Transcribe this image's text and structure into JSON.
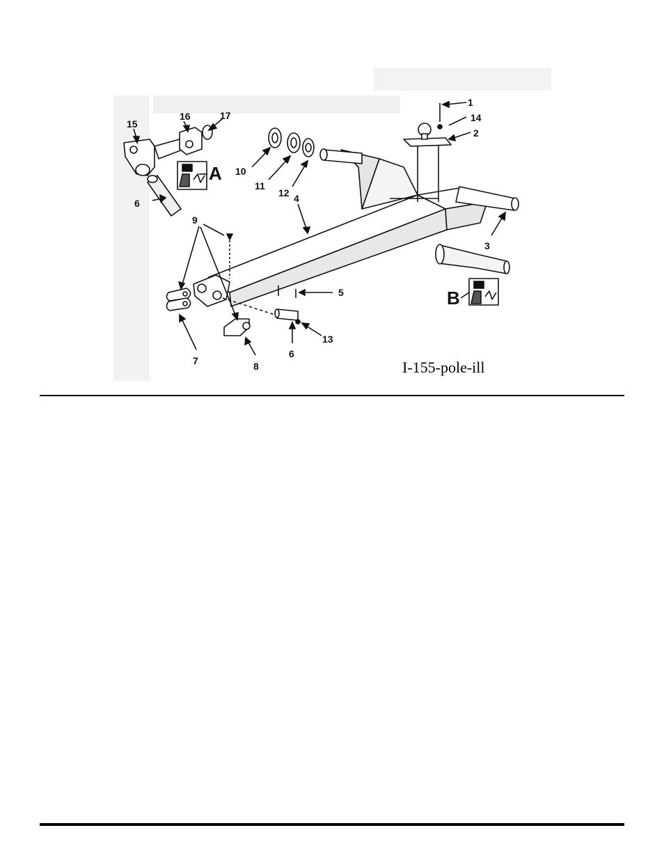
{
  "figure": {
    "id_label": "I-155-pole-ill",
    "callouts": [
      "1",
      "2",
      "3",
      "4",
      "5",
      "6",
      "6",
      "7",
      "8",
      "9",
      "10",
      "11",
      "12",
      "13",
      "14",
      "15",
      "16",
      "17"
    ],
    "detail_labels": [
      "A",
      "B"
    ]
  }
}
